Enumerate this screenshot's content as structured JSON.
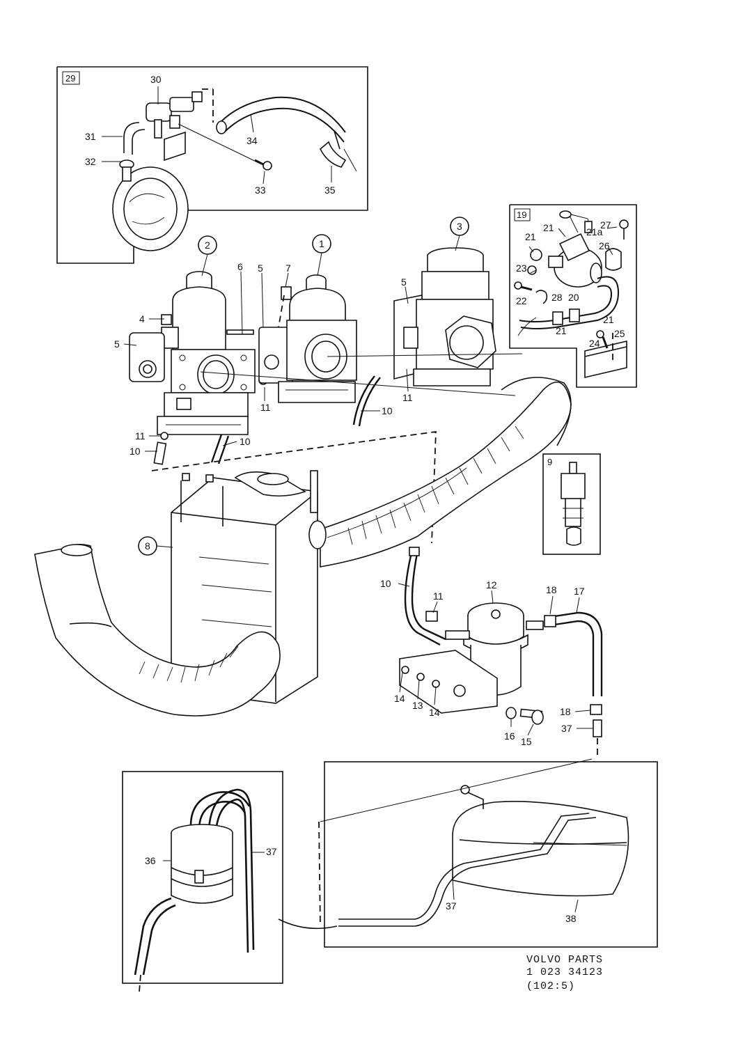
{
  "insets": {
    "i29": {
      "num": "29"
    },
    "i19": {
      "num": "19"
    },
    "i9": {
      "num": "9"
    }
  },
  "callouts": {
    "c1": "1",
    "c2": "2",
    "c3": "3",
    "c8": "8"
  },
  "labels": {
    "l4": "4",
    "l5a": "5",
    "l5b": "5",
    "l5c": "5",
    "l6": "6",
    "l7": "7",
    "l10a": "10",
    "l10b": "10",
    "l10c": "10",
    "l10d": "10",
    "l11a": "11",
    "l11b": "11",
    "l11c": "11",
    "l11d": "11",
    "l12": "12",
    "l13": "13",
    "l14a": "14",
    "l14b": "14",
    "l15": "15",
    "l16": "16",
    "l17": "17",
    "l18a": "18",
    "l18b": "18",
    "l20": "20",
    "l21a": "21",
    "l21b": "21",
    "l21c": "21",
    "l21d": "21",
    "l21e": "21a",
    "l22": "22",
    "l23": "23",
    "l24": "24",
    "l25": "25",
    "l26": "26",
    "l27": "27",
    "l28": "28",
    "l30": "30",
    "l31": "31",
    "l32": "32",
    "l33": "33",
    "l34": "34",
    "l35": "35",
    "l36": "36",
    "l37a": "37",
    "l37b": "37",
    "l37c": "37",
    "l38": "38"
  },
  "footer": {
    "line1": "VOLVO PARTS",
    "line2": "1 023 34123",
    "line3": "(102:5)"
  }
}
